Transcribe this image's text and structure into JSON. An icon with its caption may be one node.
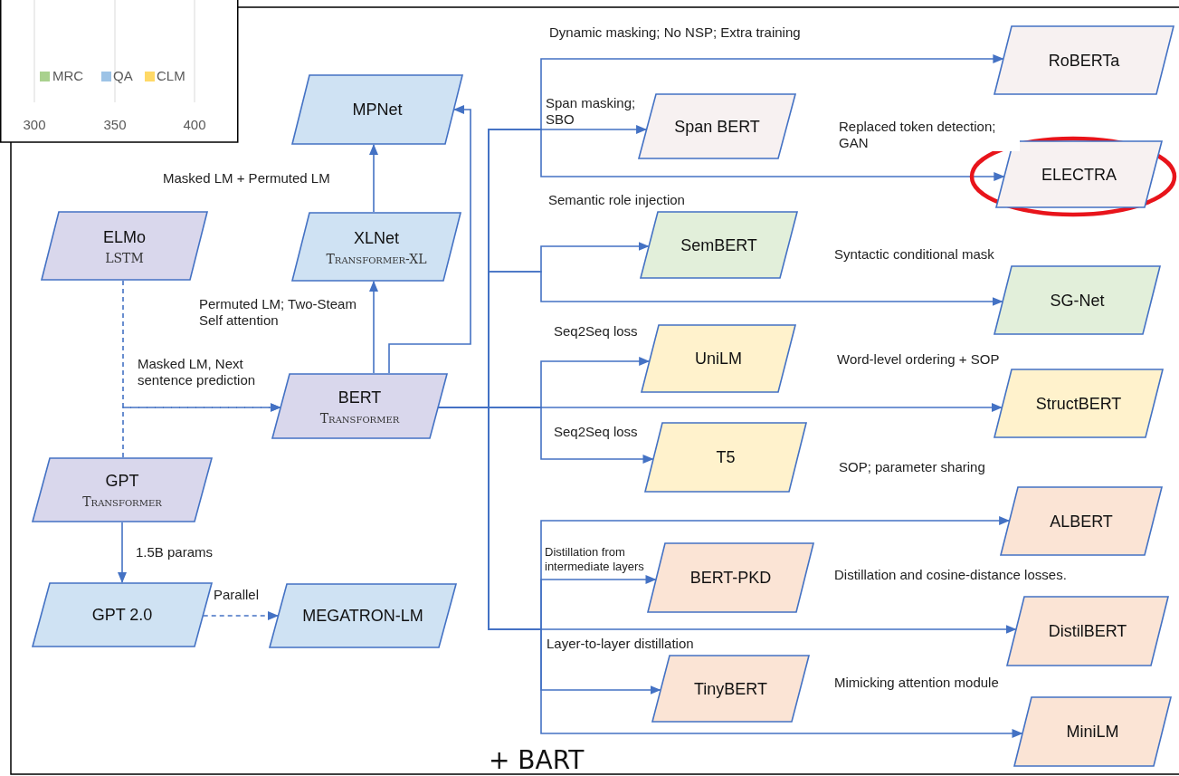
{
  "diagram": {
    "nodes": [
      {
        "text": [
          "MPNet"
        ]
      },
      {
        "text": [
          "ELMo",
          "LSTM"
        ]
      },
      {
        "text": [
          "XLNet",
          "Transformer-XL"
        ]
      },
      {
        "text": [
          "BERT",
          "Transformer"
        ]
      },
      {
        "text": [
          "GPT",
          "Transformer"
        ]
      },
      {
        "text": [
          "GPT 2.0"
        ]
      },
      {
        "text": [
          "MEGATRON-LM"
        ]
      },
      {
        "text": [
          "RoBERTa"
        ]
      },
      {
        "text": [
          "Span BERT"
        ]
      },
      {
        "text": [
          "ELECTRA"
        ]
      },
      {
        "text": [
          "SemBERT"
        ]
      },
      {
        "text": [
          "SG-Net"
        ]
      },
      {
        "text": [
          "UniLM"
        ]
      },
      {
        "text": [
          "StructBERT"
        ]
      },
      {
        "text": [
          "T5"
        ]
      },
      {
        "text": [
          "ALBERT"
        ]
      },
      {
        "text": [
          "BERT-PKD"
        ]
      },
      {
        "text": [
          "DistilBERT"
        ]
      },
      {
        "text": [
          "TinyBERT"
        ]
      },
      {
        "text": [
          "MiniLM"
        ]
      }
    ],
    "edges": [
      {
        "from": 1,
        "to": 3,
        "arrow": "to",
        "style": "dashed",
        "label": "Masked LM, Next sentence prediction"
      },
      {
        "from": 4,
        "to": 3,
        "arrow": "to",
        "style": "dashed"
      },
      {
        "from": 4,
        "to": 5,
        "arrow": "to",
        "label": "1.5B params"
      },
      {
        "from": 5,
        "to": 6,
        "arrow": "to",
        "style": "dashed",
        "label": "Parallel"
      },
      {
        "from": 3,
        "to": 2,
        "arrow": "to",
        "label": "Permuted LM; Two-Steam Self attention"
      },
      {
        "from": 2,
        "to": 0,
        "arrow": "to",
        "label": "Masked LM  + Permuted LM"
      },
      {
        "from": 3,
        "to": 0,
        "arrow": "to"
      },
      {
        "from": 3,
        "to": 7,
        "arrow": "to",
        "label": "Dynamic masking; No NSP; Extra training"
      },
      {
        "from": 3,
        "to": 8,
        "arrow": "to",
        "label": "Span masking; SBO"
      },
      {
        "from": 3,
        "to": 9,
        "arrow": "to",
        "label": "Replaced token detection; GAN"
      },
      {
        "from": 3,
        "to": 10,
        "arrow": "to",
        "label": "Semantic role injection"
      },
      {
        "from": 3,
        "to": 11,
        "arrow": "to",
        "label": "Syntactic conditional mask"
      },
      {
        "from": 3,
        "to": 12,
        "arrow": "to",
        "label": "Seq2Seq loss"
      },
      {
        "from": 3,
        "to": 13,
        "arrow": "to",
        "label": "Word-level ordering + SOP"
      },
      {
        "from": 3,
        "to": 14,
        "arrow": "to",
        "label": "Seq2Seq loss"
      },
      {
        "from": 3,
        "to": 15,
        "arrow": "to",
        "label": "SOP; parameter sharing"
      },
      {
        "from": 3,
        "to": 16,
        "arrow": "to",
        "label": "Distillation from intermediate layers"
      },
      {
        "from": 3,
        "to": 17,
        "arrow": "to",
        "label": "Distillation and cosine-distance losses."
      },
      {
        "from": 3,
        "to": 18,
        "arrow": "to",
        "label": "Layer-to-layer  distillation"
      },
      {
        "from": 3,
        "to": 19,
        "arrow": "to",
        "label": "Mimicking attention  module"
      }
    ],
    "labels": [
      "300",
      "350",
      "400",
      "+ BART"
    ],
    "legend": [
      {
        "text": "MRC",
        "color": "#a9d18e"
      },
      {
        "text": "QA",
        "color": "#9dc3e6"
      },
      {
        "text": "CLM",
        "color": "#ffd966"
      }
    ]
  }
}
